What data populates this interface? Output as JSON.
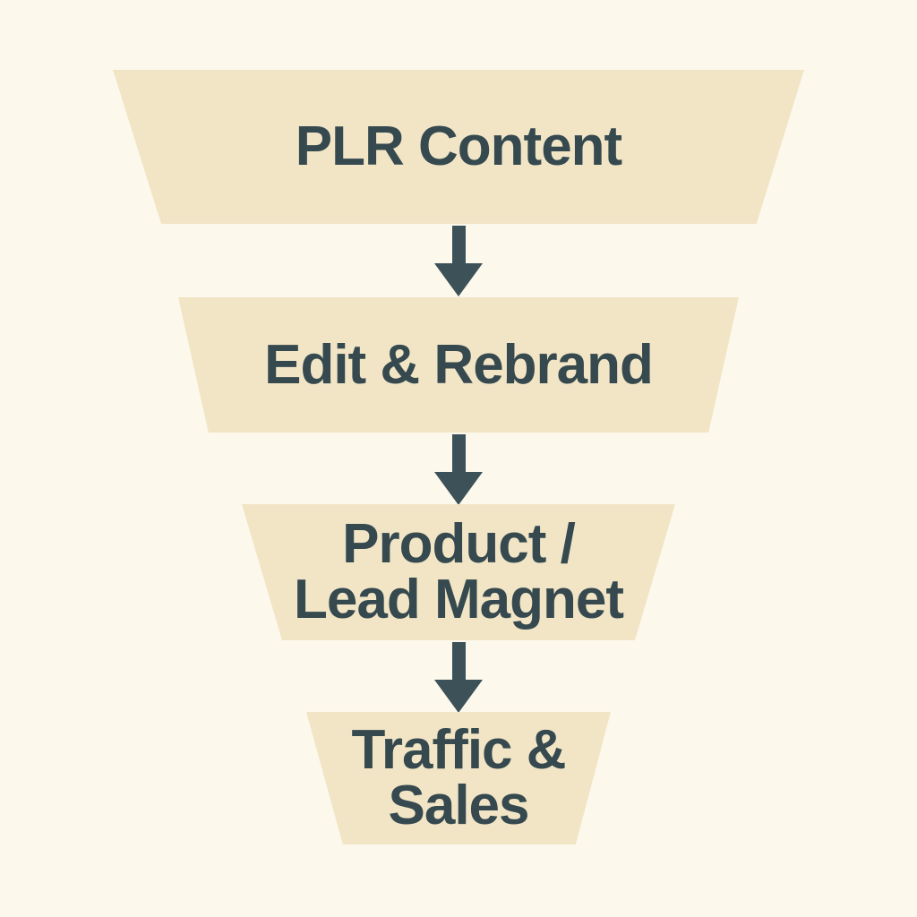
{
  "diagram": {
    "type": "funnel",
    "orientation": "inverted-vertical",
    "stages": [
      {
        "label": "PLR Content"
      },
      {
        "label": "Edit & Rebrand"
      },
      {
        "label": "Product /\nLead Magnet"
      },
      {
        "label": "Traffic &\nSales"
      }
    ],
    "connector_icon": "down-arrow-icon",
    "colors": {
      "background": "#FDF8EC",
      "stage_fill": "#F2E5C6",
      "label_text": "#35494F",
      "arrow": "#3D5159"
    }
  }
}
